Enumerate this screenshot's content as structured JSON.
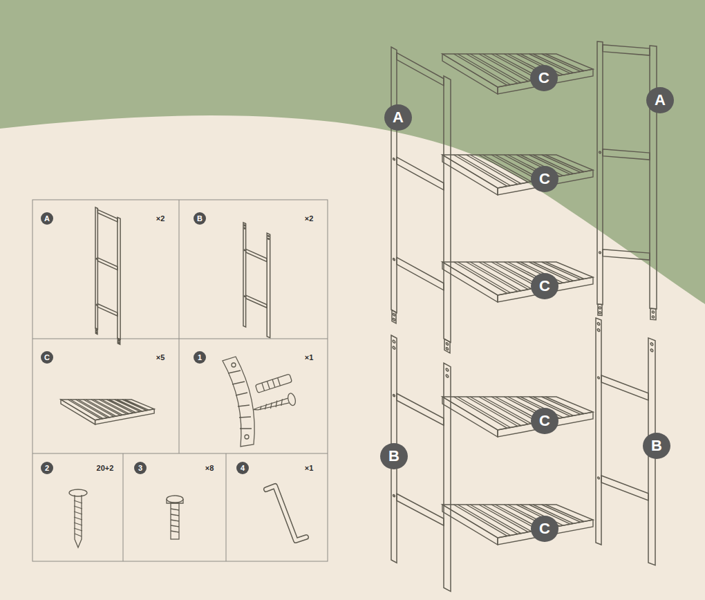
{
  "diagram": {
    "labels": [
      "A",
      "×2",
      "B",
      "×2",
      "C",
      "×5",
      "1",
      "×1",
      "2",
      "20+2",
      "3",
      "×8",
      "4",
      "×1",
      "C",
      "A",
      "A",
      "C",
      "C",
      "C",
      "B",
      "B",
      "C"
    ]
  }
}
